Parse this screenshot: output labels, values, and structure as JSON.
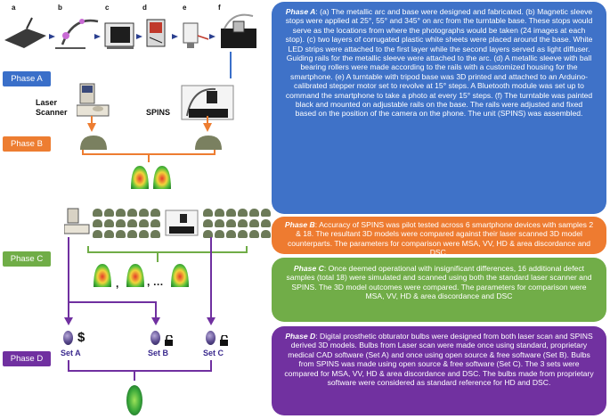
{
  "steps": {
    "a": "a",
    "b": "b",
    "c": "c",
    "d": "d",
    "e": "e",
    "f": "f"
  },
  "tags": {
    "phase_a": "Phase A",
    "phase_b": "Phase B",
    "phase_c": "Phase C",
    "phase_d": "Phase D"
  },
  "labels": {
    "laser_scanner_1": "Laser",
    "laser_scanner_2": "Scanner",
    "spins": "SPINS",
    "set_a": "Set A",
    "set_b": "Set B",
    "set_c": "Set C",
    "dollar": "$",
    "ellipsis": ",  …",
    "comma": ","
  },
  "panels": {
    "a_head": "Phase A",
    "a_body": ": (a) The metallic arc and base were designed and fabricated. (b) Magnetic sleeve stops were applied at 25°, 55° and 345° on arc from the turntable base. These stops would serve as the locations from where the photographs would be taken (24 images at each stop). (c) two layers of corrugated plastic white sheets were placed around the base. White LED strips were attached to the first layer while the second layers served as light diffuser. Guiding rails for the metallic sleeve were attached to the arc. (d) A metallic sleeve with ball bearing rollers were made according to the rails with a customized housing for the smartphone. (e) A turntable with tripod base was 3D printed and attached to an Arduino-calibrated stepper motor set to revolve at 15° steps. A Bluetooth module was set up to command the smartphone to take a photo at every 15° steps. (f) The turntable was painted black and mounted on adjustable rails on the base. The rails were adjusted and fixed based on the position of the camera on the phone. The unit (SPINS) was assembled.",
    "b_head": "Phase B",
    "b_body": ": Accuracy of SPINS was pilot tested across 6 smartphone devices with samples 2 & 18. The resultant 3D models were compared against their laser scanned 3D model counterparts. The parameters for comparison were MSA, VV, HD & area discordance and DSC.",
    "c_head": "Phase C",
    "c_body": ": Once deemed operational with insignificant differences, 16 additional defect samples (total 18) were simulated and scanned using both the standard laser scanner and SPINS. The 3D model outcomes were compared. The parameters for comparison were MSA, VV, HD & area discordance and DSC",
    "d_head": "Phase D",
    "d_body": ": Digital prosthetic obturator bulbs were designed from both laser scan and SPINS derived 3D models. Bulbs from Laser scan were made once using standard, proprietary medical CAD software (Set A) and once using open source & free software (Set B). Bulbs from SPINS was made using open source & free software (Set C). The 3 sets were compared for MSA, VV, HD & area discordance and DSC. The bulbs made from proprietary software were considered as standard reference for HD and DSC."
  },
  "colors": {
    "phase_a": "#3a6fc9",
    "phase_b": "#ed7d31",
    "phase_c": "#70ad47",
    "phase_d": "#7030a0",
    "panel_a": "#3f72c8",
    "panel_b": "#ee7b30",
    "panel_c": "#71ad48",
    "panel_d": "#7131a0"
  }
}
